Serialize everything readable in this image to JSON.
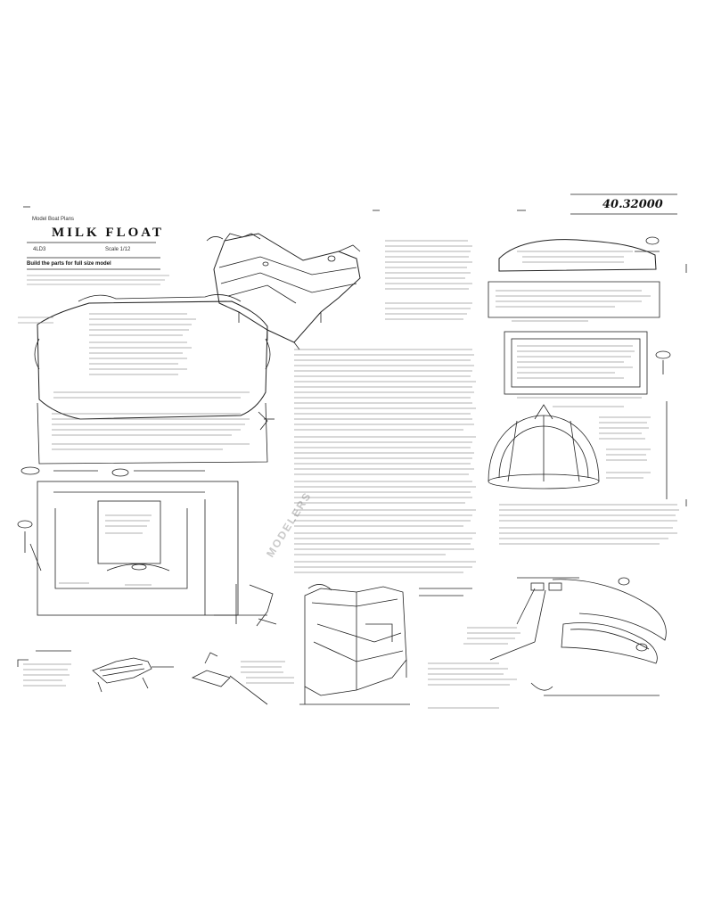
{
  "header": {
    "kit_line": "Model Boat Plans",
    "title": "MILK FLOAT",
    "code": "4LD3",
    "scale_note": "Scale 1/12",
    "subtitle": "Build the parts for full size model",
    "sheet_number": "40.32000"
  },
  "watermark": "MODELERS",
  "stroke_color": "#222222"
}
